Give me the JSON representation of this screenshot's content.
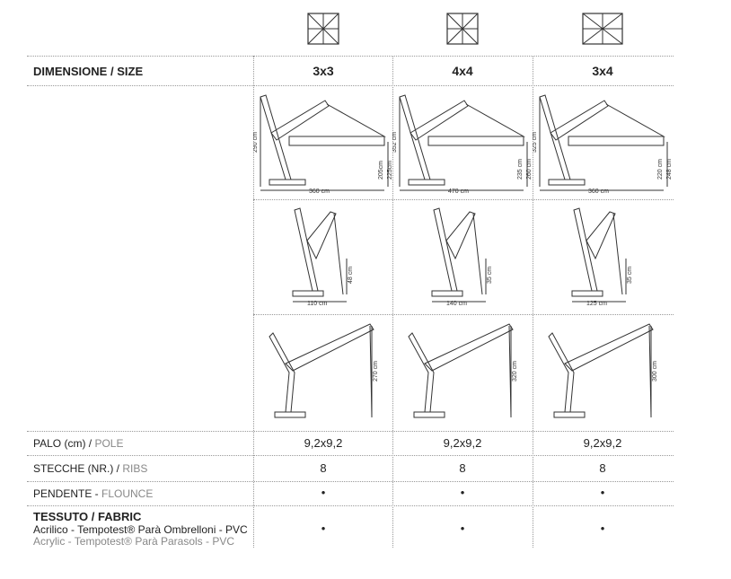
{
  "header": {
    "label_it": "DIMENSIONE",
    "label_en": "SIZE",
    "sep": "/"
  },
  "sizes": [
    {
      "size": "3x3",
      "icon": "square-canopy-icon",
      "d1": {
        "h": "290 cm",
        "w": "360 cm",
        "h2": "205cm",
        "h3": "225cm"
      },
      "d2": {
        "w": "110 cm",
        "h": "48 cm"
      },
      "d3": {
        "h": "270 cm"
      },
      "pole": "9,2x9,2",
      "ribs": "8",
      "flounce": "•",
      "fabric": "•"
    },
    {
      "size": "4x4",
      "icon": "square-canopy-icon",
      "d1": {
        "h": "352 cm",
        "w": "470 cm",
        "h2": "235 cm",
        "h3": "260 cm"
      },
      "d2": {
        "w": "140 cm",
        "h": "35 cm"
      },
      "d3": {
        "h": "320 cm"
      },
      "pole": "9,2x9,2",
      "ribs": "8",
      "flounce": "•",
      "fabric": "•"
    },
    {
      "size": "3x4",
      "icon": "rectangle-canopy-icon",
      "d1": {
        "h": "325 cm",
        "w": "360 cm",
        "h2": "220 cm",
        "h3": "248 cm"
      },
      "d2": {
        "w": "125 cm",
        "h": "35 cm"
      },
      "d3": {
        "h": "300 cm"
      },
      "pole": "9,2x9,2",
      "ribs": "8",
      "flounce": "•",
      "fabric": "•"
    }
  ],
  "rows": {
    "pole": {
      "it": "PALO (cm)",
      "sep": " / ",
      "en": "POLE"
    },
    "ribs": {
      "it": "STECCHE (NR.)",
      "sep": " / ",
      "en": "RIBS"
    },
    "flounce": {
      "it": "PENDENTE",
      "sep": " - ",
      "en": "FLOUNCE"
    },
    "fabric": {
      "title": "TESSUTO / FABRIC",
      "it": "Acrilico - Tempotest® Parà Ombrelloni - PVC",
      "en": "Acrylic - Tempotest® Parà Parasols - PVC"
    }
  }
}
